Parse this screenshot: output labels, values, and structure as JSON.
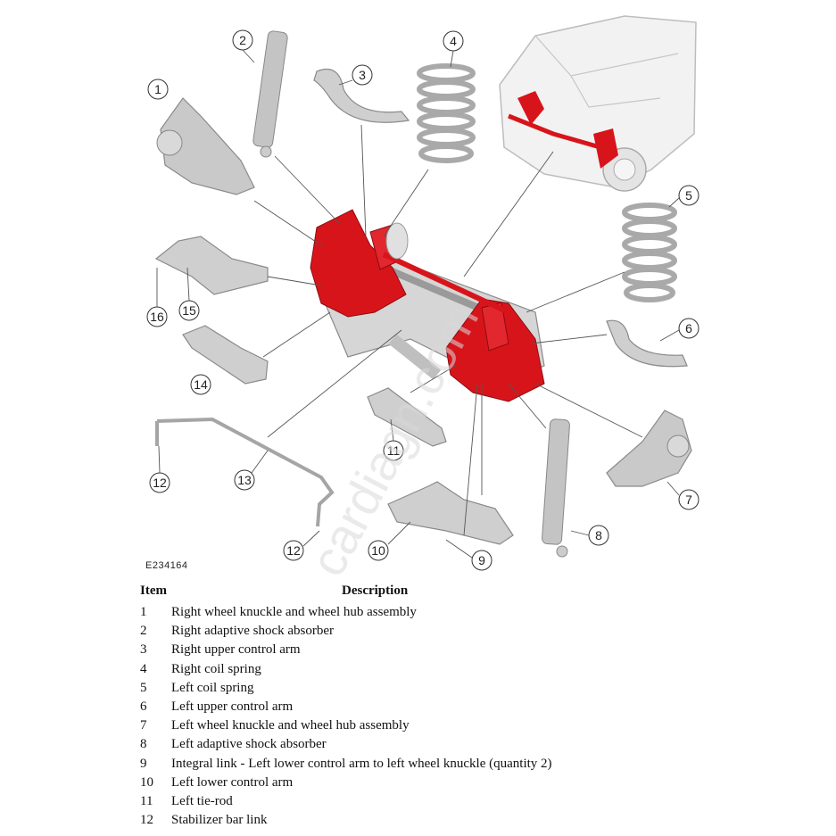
{
  "figure_code": "E234164",
  "legend": {
    "header_item": "Item",
    "header_description": "Description",
    "rows": [
      {
        "num": "1",
        "desc": "Right wheel knuckle and wheel hub assembly"
      },
      {
        "num": "2",
        "desc": "Right adaptive shock absorber"
      },
      {
        "num": "3",
        "desc": "Right upper control arm"
      },
      {
        "num": "4",
        "desc": "Right coil spring"
      },
      {
        "num": "5",
        "desc": "Left coil spring"
      },
      {
        "num": "6",
        "desc": "Left upper control arm"
      },
      {
        "num": "7",
        "desc": "Left wheel knuckle and wheel hub assembly"
      },
      {
        "num": "8",
        "desc": "Left adaptive shock absorber"
      },
      {
        "num": "9",
        "desc": "Integral link - Left lower control arm to left wheel knuckle (quantity 2)"
      },
      {
        "num": "10",
        "desc": "Left lower control arm"
      },
      {
        "num": "11",
        "desc": "Left tie-rod"
      },
      {
        "num": "12",
        "desc": "Stabilizer bar link"
      }
    ]
  },
  "callouts": [
    "1",
    "2",
    "3",
    "4",
    "5",
    "6",
    "7",
    "8",
    "9",
    "10",
    "11",
    "12",
    "12",
    "13",
    "14",
    "15",
    "16"
  ],
  "watermark": "cardiagn.com",
  "colors": {
    "highlight": "#d8141b",
    "part_grey": "#c9c9c9",
    "part_outline": "#8a8a8a",
    "leader": "#555555"
  }
}
